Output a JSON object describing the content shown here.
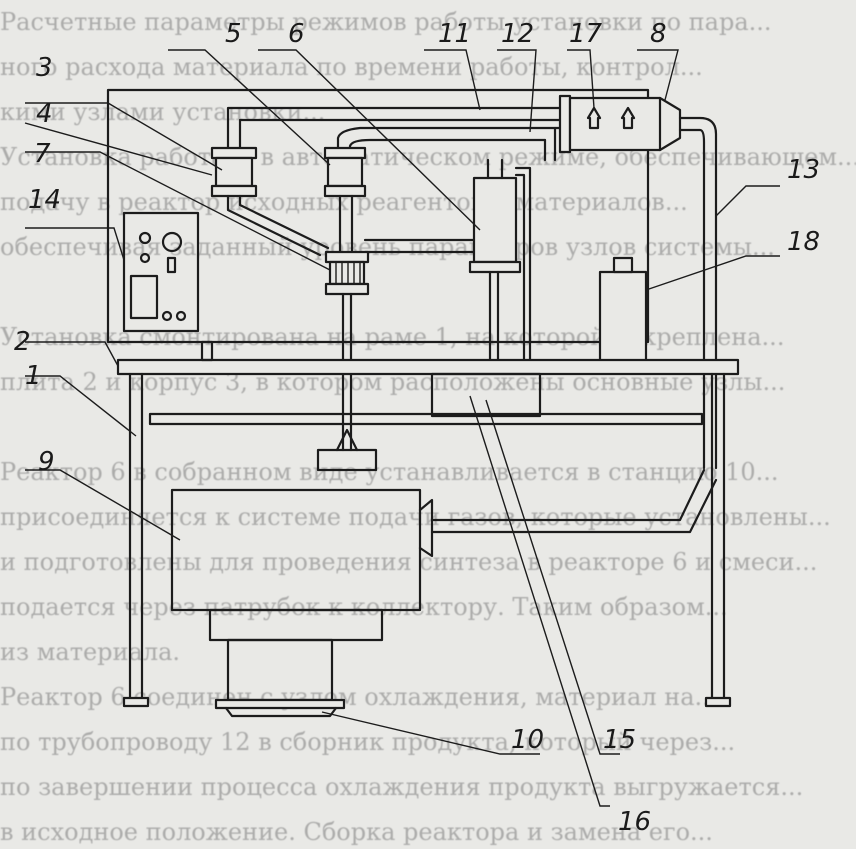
{
  "background_text_lines": [
    "Расчетные параметры режимов работы установки по пара...",
    "ного расхода материала по времени работы, контрол...",
    "кими узлами установки...",
    "Установка работает в автоматическом режиме, обеспечивающем...",
    "подачу в реактор исходных реагентов и материалов...",
    "обеспечивая заданный уровень параметров узлов системы...",
    "",
    "Установка смонтирована на раме 1, на которой закреплена...",
    "плита 2 и корпус 3, в котором расположены основные узлы...",
    "",
    "Реактор 6 в собранном виде устанавливается в станцию 10...",
    "присоединяется к системе подачи газов, которые установлены...",
    "и подготовлены для проведения синтеза в реакторе 6 и смеси...",
    "подается через патрубок к коллектору. Таким образом...",
    "из материала.",
    "Реактор 6 соединен с узлом охлаждения, материал на...",
    "по трубопроводу 12 в сборник продукта, который через...",
    "по завершении процесса охлаждения продукта выгружается...",
    "в исходное положение. Сборка реактора и замена его..."
  ],
  "labels": {
    "l1": "1",
    "l2": "2",
    "l3": "3",
    "l4": "4",
    "l5": "5",
    "l6": "6",
    "l7": "7",
    "l8": "8",
    "l9": "9",
    "l10": "10",
    "l11": "11",
    "l12": "12",
    "l13": "13",
    "l14": "14",
    "l15": "15",
    "l16": "16",
    "l17": "17",
    "l18": "18"
  }
}
